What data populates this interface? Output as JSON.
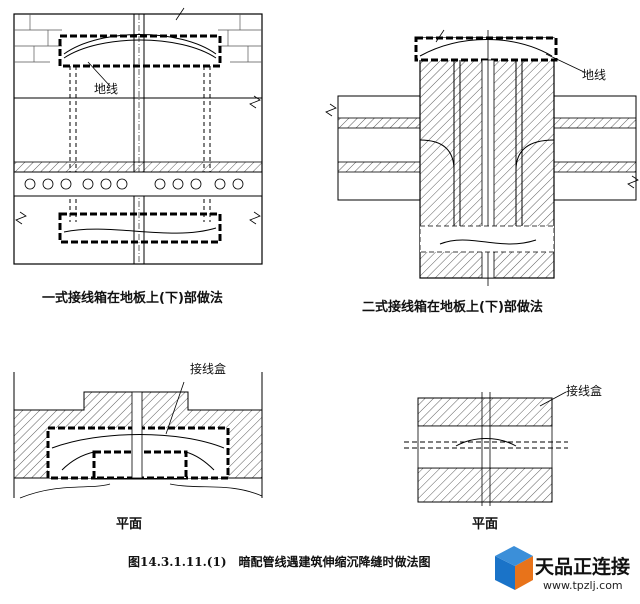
{
  "panels": {
    "top_left": {
      "label": "地线",
      "caption": "一式接线箱在地板上(下)部做法"
    },
    "top_right": {
      "label": "地线",
      "caption": "二式接线箱在地板上(下)部做法"
    },
    "bottom_left": {
      "label": "接线盒",
      "caption": "平面"
    },
    "bottom_right": {
      "label": "接线盒",
      "caption": "平面"
    }
  },
  "figure_caption": "图14.3.1.11.(1)　暗配管线遇建筑伸缩沉降缝时做法图",
  "watermark": {
    "title": "天品正连接",
    "url": "www.tpzlj.com",
    "colors": [
      "#1a73c8",
      "#e8731a"
    ]
  }
}
